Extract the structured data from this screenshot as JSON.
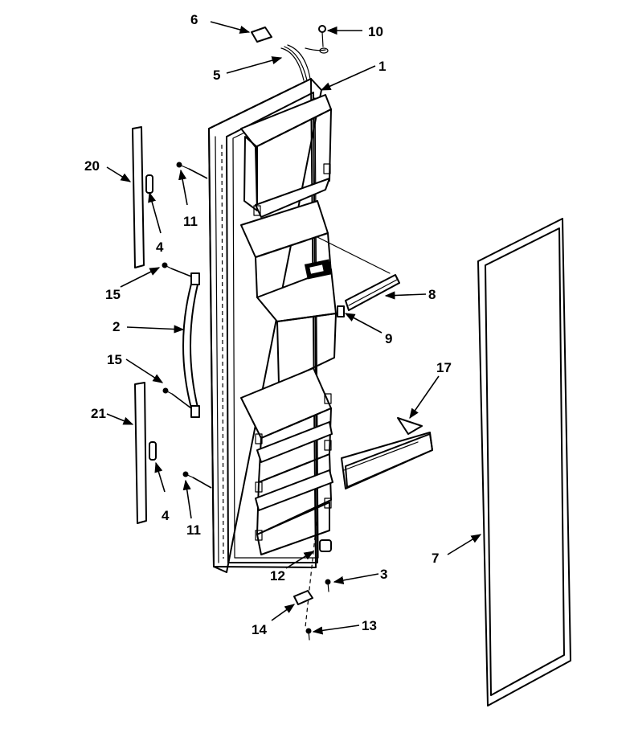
{
  "callouts": {
    "c1": "1",
    "c2": "2",
    "c3": "3",
    "c4a": "4",
    "c4b": "4",
    "c5": "5",
    "c6": "6",
    "c7": "7",
    "c8": "8",
    "c9": "9",
    "c10": "10",
    "c11a": "11",
    "c11b": "11",
    "c12": "12",
    "c13": "13",
    "c14": "14",
    "c15a": "15",
    "c15b": "15",
    "c17": "17",
    "c20": "20",
    "c21": "21"
  },
  "colors": {
    "line": "#000000",
    "background": "#ffffff"
  }
}
